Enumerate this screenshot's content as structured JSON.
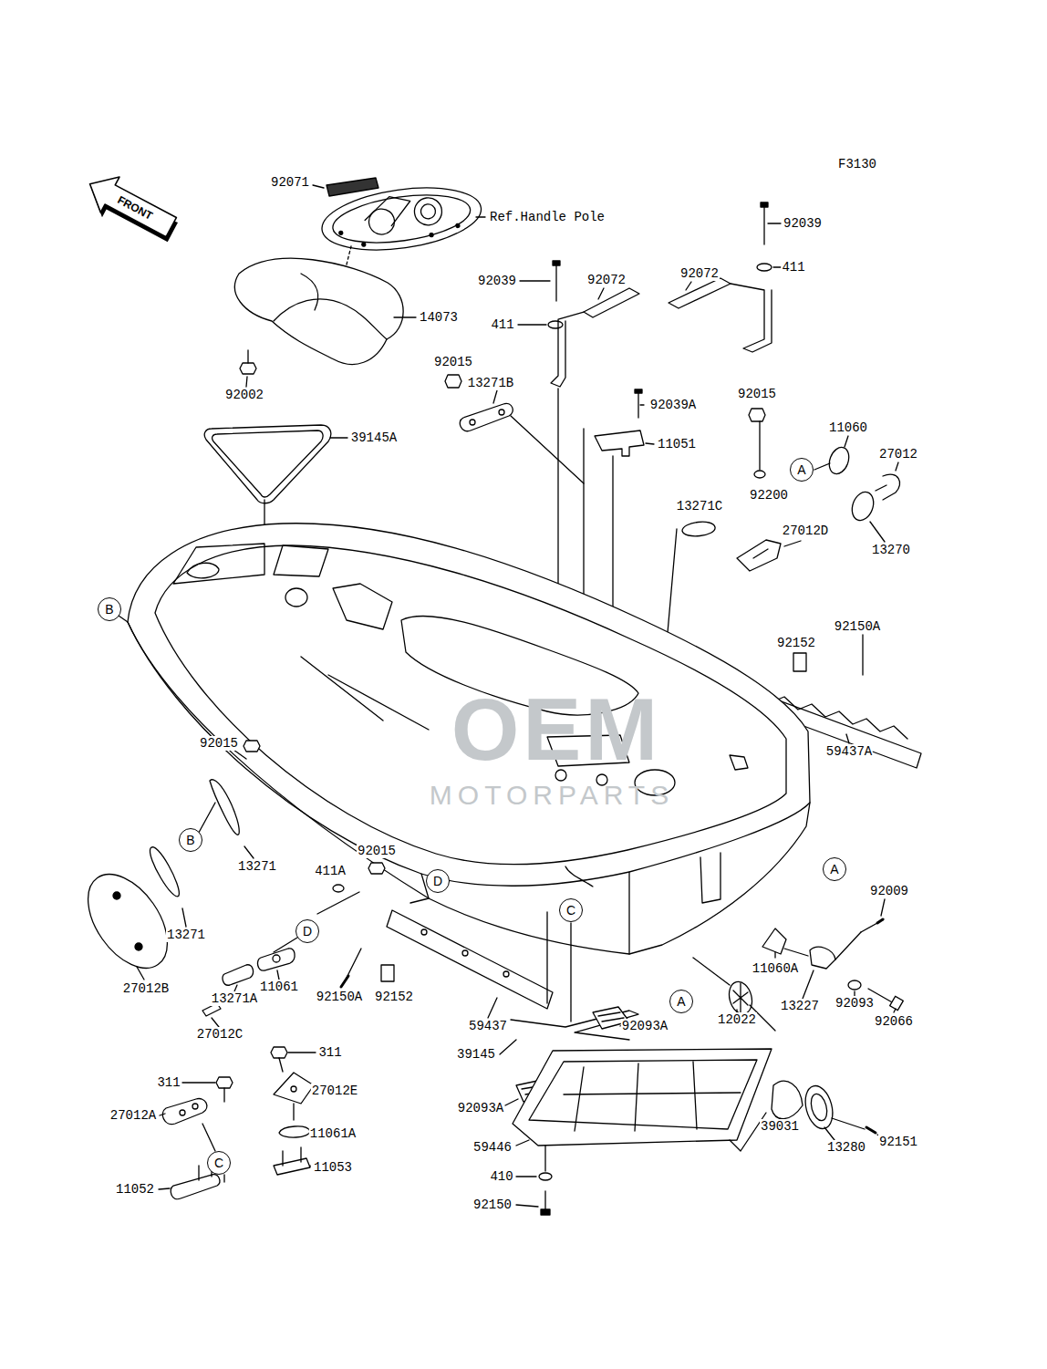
{
  "diagram": {
    "nodes": [
      {
        "text": [
          "A"
        ]
      },
      {
        "text": [
          "B"
        ]
      },
      {
        "text": [
          "B"
        ]
      },
      {
        "text": [
          "A"
        ]
      },
      {
        "text": [
          "D"
        ]
      },
      {
        "text": [
          "C"
        ]
      },
      {
        "text": [
          "D"
        ]
      },
      {
        "text": [
          "A"
        ]
      },
      {
        "text": [
          "C"
        ]
      }
    ],
    "edges": [],
    "labels": [
      "F3130",
      "FRONT",
      "92071",
      "Ref.Handle Pole",
      "92039",
      "411",
      "92039",
      "92072",
      "92072",
      "411",
      "14073",
      "92002",
      "92015",
      "13271B",
      "92039A",
      "92015",
      "39145A",
      "11051",
      "11060",
      "27012",
      "92200",
      "13270",
      "13271C",
      "27012D",
      "92150A",
      "92152",
      "59437A",
      "92015",
      "92015",
      "411A",
      "13271",
      "13271",
      "27012B",
      "11061",
      "13271A",
      "27012C",
      "92152",
      "92150A",
      "59437",
      "92093A",
      "39145",
      "92093A",
      "311",
      "311",
      "27012E",
      "27012A",
      "11061A",
      "11053",
      "11052",
      "59446",
      "410",
      "92150",
      "11060A",
      "92009",
      "13227",
      "92093",
      "92066",
      "12022",
      "39031",
      "13280",
      "92151",
      "OEM",
      "MOTORPARTS"
    ]
  }
}
